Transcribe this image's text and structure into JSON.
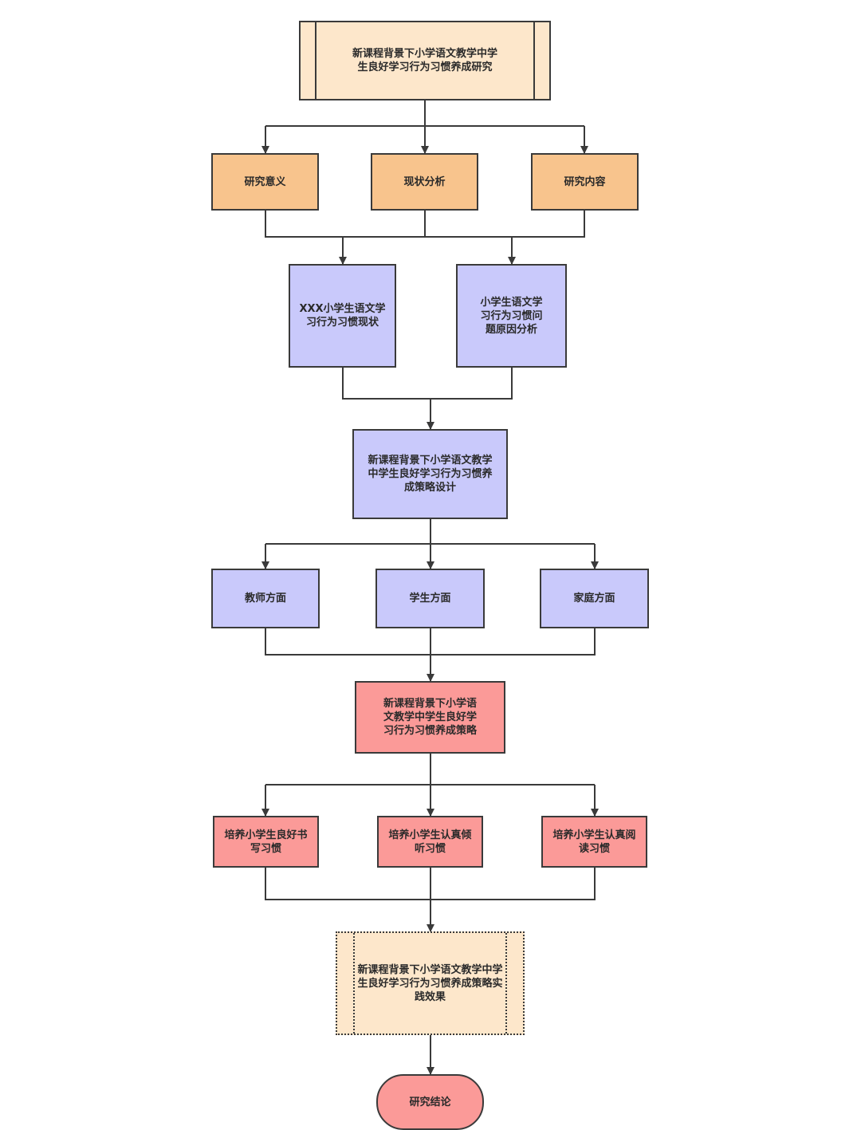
{
  "diagram": {
    "title": "新课程背景下小学语文教学中学\n生良好学习行为习惯养成研究",
    "level1": {
      "significance": "研究意义",
      "status_analysis": "现状分析",
      "content": "研究内容"
    },
    "level2": {
      "current_status": "XXX小学生语文学\n习行为习惯现状",
      "cause_analysis": "小学生语文学\n习行为习惯问\n题原因分析"
    },
    "strategy_design": "新课程背景下小学语文教学\n中学生良好学习行为习惯养\n成策略设计",
    "aspects": {
      "teacher": "教师方面",
      "student": "学生方面",
      "family": "家庭方面"
    },
    "strategy": "新课程背景下小学语\n文教学中学生良好学\n习行为习惯养成策略",
    "habits": {
      "writing": "培养小学生良好书\n写习惯",
      "listening": "培养小学生认真倾\n听习惯",
      "reading": "培养小学生认真阅\n读习惯"
    },
    "practice_effect": "新课程背景下小学语文教学中学\n生良好学习行为习惯养成策略实\n践效果",
    "conclusion": "研究结论"
  },
  "colors": {
    "beige": "#fde7cb",
    "orange": "#f8c48d",
    "lavender": "#c9c9fb",
    "pink": "#fb9a98",
    "line": "#3a3a3a"
  }
}
